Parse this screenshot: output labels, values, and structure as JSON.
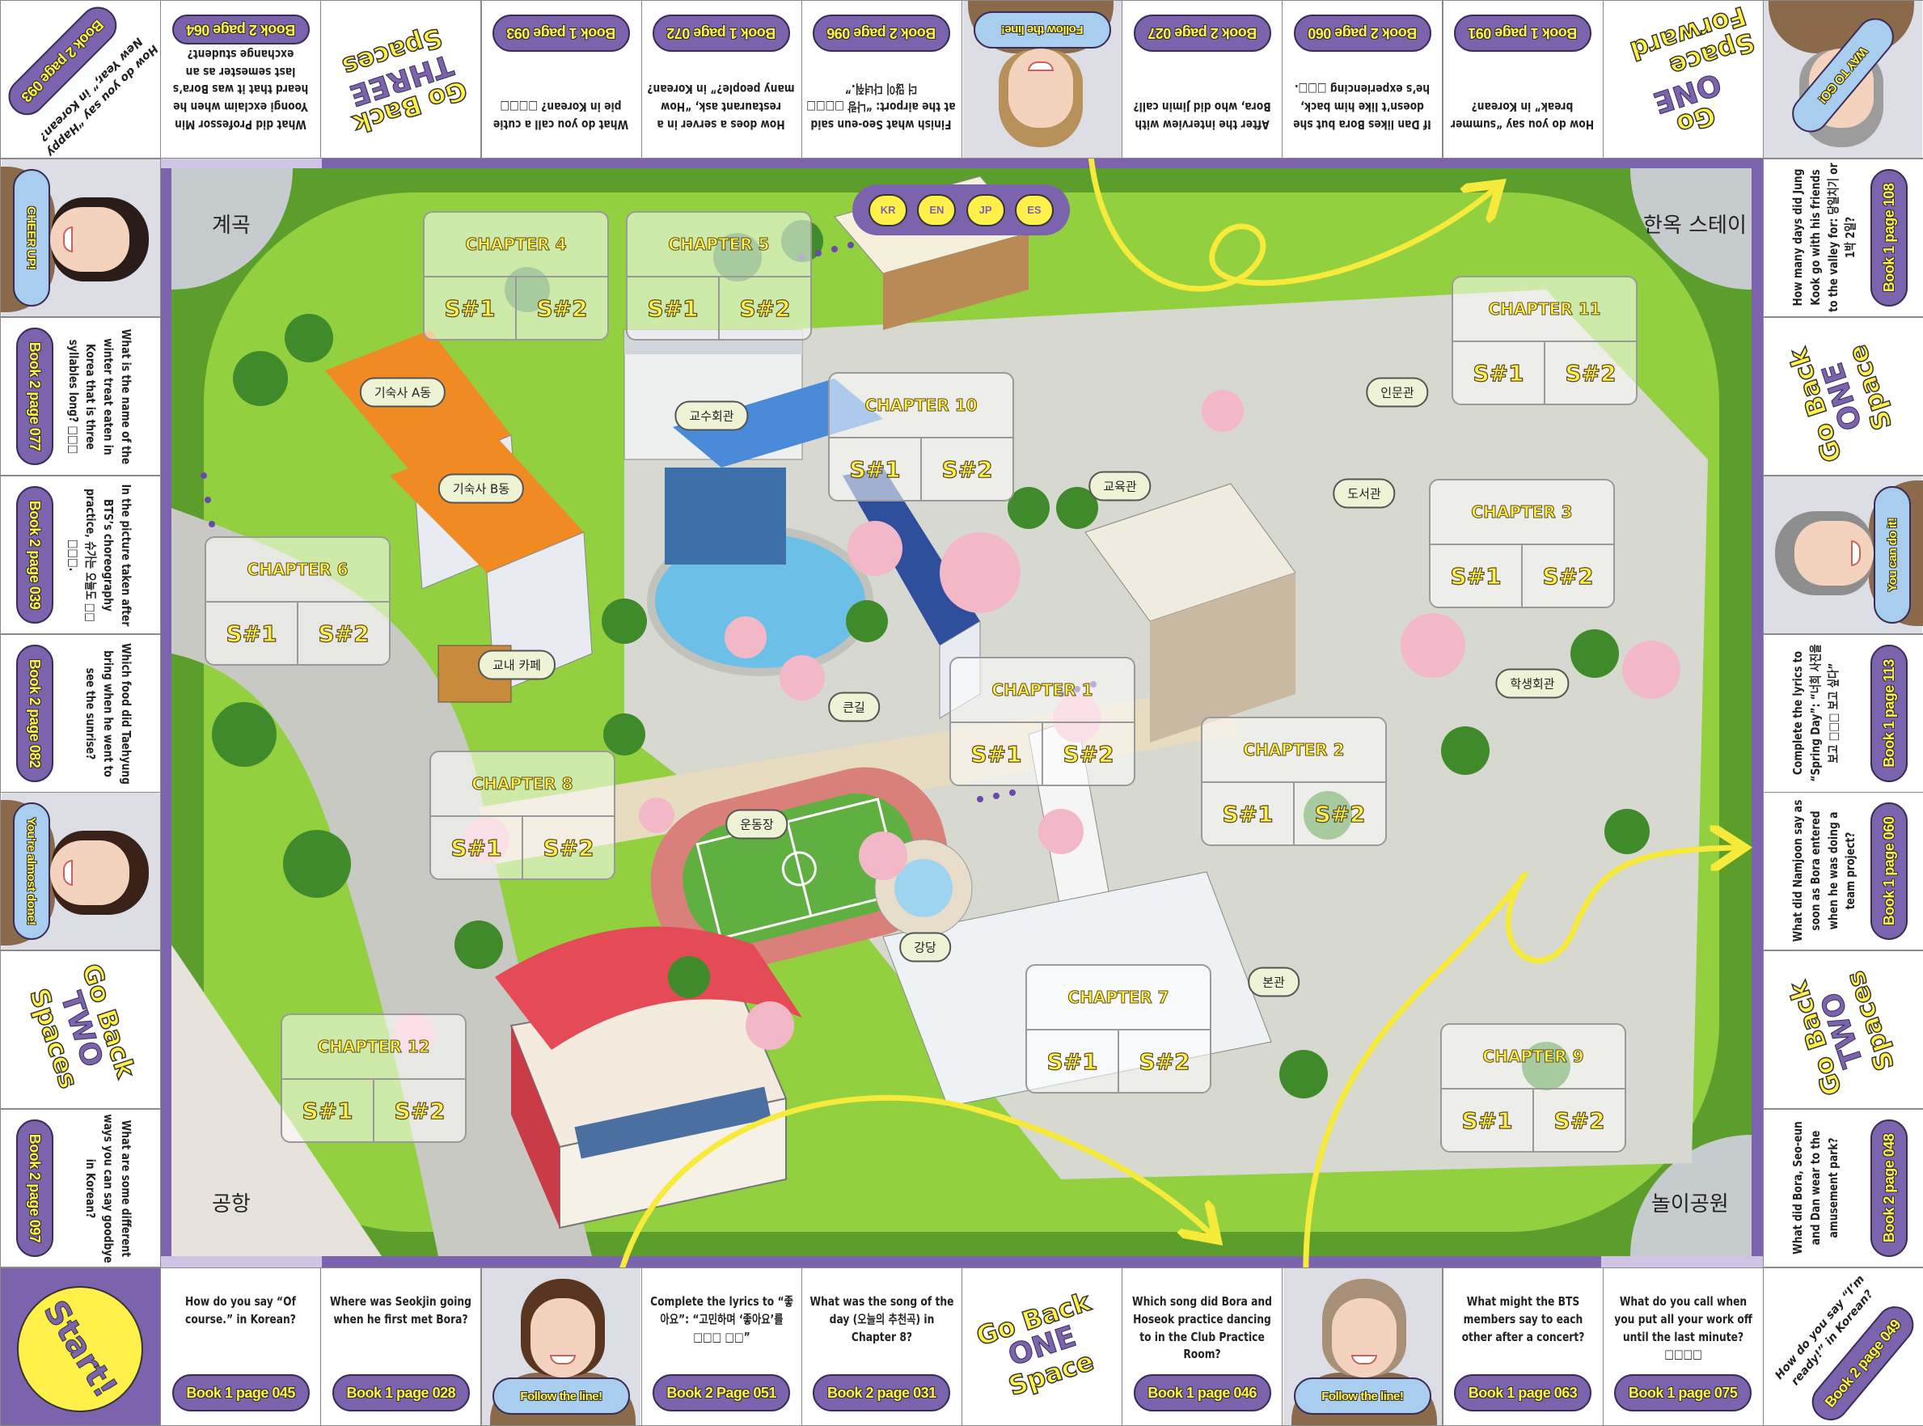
{
  "board": {
    "top": [
      {
        "type": "corner-question",
        "text": "How do you say “Happy New Year,” in Korean?",
        "page": "Book 2 page 093"
      },
      {
        "type": "question",
        "text": "What did Professor Min Yoongi exclaim when he heard that it was Bora’s last semester as an exchange student?",
        "page": "Book 2 page 064"
      },
      {
        "type": "move",
        "line1": "Go Back",
        "line2": "THREE",
        "line3": "Spaces"
      },
      {
        "type": "question",
        "text": "What do you call a cutie pie in Korean? □□□□",
        "page": "Book 1 page 093"
      },
      {
        "type": "question",
        "text": "How does a server in a restaurant ask, “How many people?” in Korean?",
        "page": "Book 1 page 072"
      },
      {
        "type": "question",
        "text": "Finish what Seo-eun said at the airport: “나랑 □□□□ 더 많이 다녀줘.”",
        "page": "Book 2 page 096"
      },
      {
        "type": "photo",
        "caption": "Follow the line!",
        "hair": "#b8905a"
      },
      {
        "type": "question",
        "text": "After the interview with Bora, who did Jimin call?",
        "page": "Book 2 page 027"
      },
      {
        "type": "question",
        "text": "If Dan likes Bora but she doesn’t like him back, he’s experiencing □□□.",
        "page": "Book 2 page 060"
      },
      {
        "type": "question",
        "text": "How do you say “summer break” in Korean?",
        "page": "Book 1 page 091"
      },
      {
        "type": "move",
        "line1": "Go",
        "line2": "ONE",
        "line3": "Space Forward"
      },
      {
        "type": "corner-photo",
        "caption": "WAY TO GO!",
        "hair": "#9c9c9c"
      }
    ],
    "left": [
      {
        "type": "photo",
        "caption": "CHEER UP!",
        "hair": "#2a1c18"
      },
      {
        "type": "question",
        "text": "What is the name of the winter treat eaten in Korea that is three syllables long? □□□",
        "page": "Book 2 page 077"
      },
      {
        "type": "question",
        "text": "In the picture taken after BTS’s choreography practice, 슈가는 오늘도 □□ □□□.",
        "page": "Book 2 page 039"
      },
      {
        "type": "question",
        "text": "Which food did Taehyung bring when he went to see the sunrise?",
        "page": "Book 2 page 082"
      },
      {
        "type": "photo",
        "caption": "You're almost done!",
        "hair": "#3a2218"
      },
      {
        "type": "move",
        "line1": "Go Back",
        "line2": "TWO",
        "line3": "Spaces"
      },
      {
        "type": "question",
        "text": "What are some different ways you can say goodbye in Korean?",
        "page": "Book 2 page 097"
      }
    ],
    "right": [
      {
        "type": "question",
        "text": "How many days did Jung Kook go with his friends to the valley for: 당일치기 or 1박 2일?",
        "page": "Book 1 page 108"
      },
      {
        "type": "move",
        "line1": "Go Back",
        "line2": "ONE",
        "line3": "Space"
      },
      {
        "type": "photo",
        "caption": "You can do it!",
        "hair": "#8e8e8e"
      },
      {
        "type": "question",
        "text": "Complete the lyrics to “Spring Day”: “너희 사진을 보고 □□□ 보고 싶다”",
        "page": "Book 1 page 113"
      },
      {
        "type": "question",
        "text": "What did Namjoon say as soon as Bora entered when he was doing a team project?",
        "page": "Book 1 page 060"
      },
      {
        "type": "move",
        "line1": "Go Back",
        "line2": "TWO",
        "line3": "Spaces"
      },
      {
        "type": "question",
        "text": "What did Bora, Seo-eun and Dan wear to the amusement park?",
        "page": "Book 2 page 048"
      }
    ],
    "bottom": [
      {
        "type": "start",
        "label": "Start!"
      },
      {
        "type": "question",
        "text": "How do you say “Of course.” in Korean?",
        "page": "Book 1 page 045"
      },
      {
        "type": "question",
        "text": "Where was Seokjin going when he first met Bora?",
        "page": "Book 1 page 028"
      },
      {
        "type": "photo",
        "caption": "Follow the line!",
        "hair": "#5a3620"
      },
      {
        "type": "question",
        "text": "Complete the lyrics to “좋아요”: “고민하며 ‘좋아요’를 □□□ □□”",
        "page": "Book 2 Page 051"
      },
      {
        "type": "question",
        "text": "What was the song of the day (오늘의 추천곡) in Chapter 8?",
        "page": "Book 2 page 031"
      },
      {
        "type": "move",
        "line1": "Go Back",
        "line2": "ONE",
        "line3": "Space"
      },
      {
        "type": "question",
        "text": "Which song did Bora and Hoseok practice dancing to in the Club Practice Room?",
        "page": "Book 1 page 046"
      },
      {
        "type": "photo",
        "caption": "Follow the line!",
        "hair": "#a88f78"
      },
      {
        "type": "question",
        "text": "What might the BTS members say to each other after a concert?",
        "page": "Book 1 page 063"
      },
      {
        "type": "question",
        "text": "What do you call when you put all your work off until the last minute? □□□□",
        "page": "Book 1 page 075"
      },
      {
        "type": "corner-question",
        "text": "How do you say “I’m ready!” in Korean?",
        "page": "Book 2 page 049"
      }
    ]
  },
  "map": {
    "languages": [
      "KR",
      "EN",
      "JP",
      "ES"
    ],
    "corners": [
      "계곡",
      "한옥 스테이",
      "공항",
      "놀이공원"
    ],
    "buildings": [
      "기숙사 A동",
      "교수회관",
      "기숙사 B동",
      "교육관",
      "인문관",
      "도서관",
      "학생회관",
      "교내 카페",
      "큰길",
      "운동장",
      "강당",
      "본관"
    ],
    "chapters": [
      {
        "title": "CHAPTER 4",
        "s1": "S#1",
        "s2": "S#2"
      },
      {
        "title": "CHAPTER 5",
        "s1": "S#1",
        "s2": "S#2"
      },
      {
        "title": "CHAPTER 11",
        "s1": "S#1",
        "s2": "S#2"
      },
      {
        "title": "CHAPTER 10",
        "s1": "S#1",
        "s2": "S#2"
      },
      {
        "title": "CHAPTER 3",
        "s1": "S#1",
        "s2": "S#2"
      },
      {
        "title": "CHAPTER 6",
        "s1": "S#1",
        "s2": "S#2"
      },
      {
        "title": "CHAPTER 1",
        "s1": "S#1",
        "s2": "S#2"
      },
      {
        "title": "CHAPTER 2",
        "s1": "S#1",
        "s2": "S#2"
      },
      {
        "title": "CHAPTER 8",
        "s1": "S#1",
        "s2": "S#2"
      },
      {
        "title": "CHAPTER 7",
        "s1": "S#1",
        "s2": "S#2"
      },
      {
        "title": "CHAPTER 12",
        "s1": "S#1",
        "s2": "S#2"
      },
      {
        "title": "CHAPTER 9",
        "s1": "S#1",
        "s2": "S#2"
      }
    ]
  },
  "colors": {
    "purple": "#7b63ad",
    "yellow": "#fff04a",
    "pill_blue": "#a9cdee",
    "grass": "#8fcf3a"
  }
}
